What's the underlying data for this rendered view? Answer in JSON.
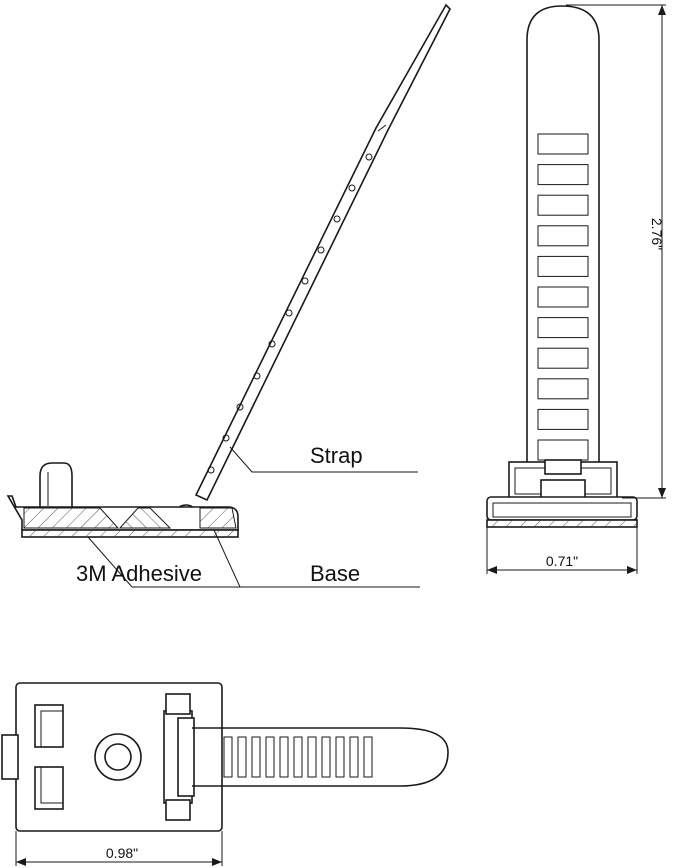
{
  "labels": {
    "strap": "Strap",
    "base": "Base",
    "adhesive": "3M Adhesive"
  },
  "dimensions": {
    "length": "2.76\"",
    "width": "0.71\"",
    "base_length": "0.98\""
  },
  "colors": {
    "line": "#1a1a1a",
    "hatch": "#555555",
    "background": "#ffffff"
  }
}
